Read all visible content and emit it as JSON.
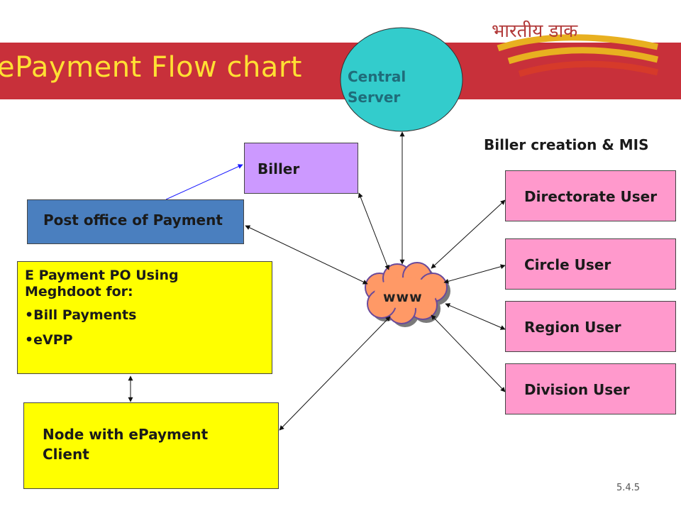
{
  "slide": {
    "title": "ePayment Flow chart",
    "logo_text": "भारतीय डाक",
    "number": "5.4.5"
  },
  "nodes": {
    "central_server": {
      "line1": "Central",
      "line2": "Server"
    },
    "biller": "Biller",
    "post_office": "Post office of Payment",
    "epayment_po": {
      "heading_line1": "E Payment PO Using",
      "heading_line2": "Meghdoot for:",
      "bullets": [
        "Bill Payments",
        "eVPP"
      ]
    },
    "node_client": {
      "line1": "Node with ePayment",
      "line2": "Client"
    },
    "www": "www",
    "mis_heading": "Biller creation & MIS",
    "users": [
      "Directorate User",
      "Circle User",
      "Region User",
      "Division User"
    ]
  },
  "colors": {
    "banner": "#c8303a",
    "title": "#ffe033",
    "server": "#33cccc",
    "biller": "#cc99ff",
    "post_office": "#4a7fbf",
    "yellow_box": "#ffff00",
    "user_box": "#ff99cc",
    "cloud": "#ff9966"
  }
}
